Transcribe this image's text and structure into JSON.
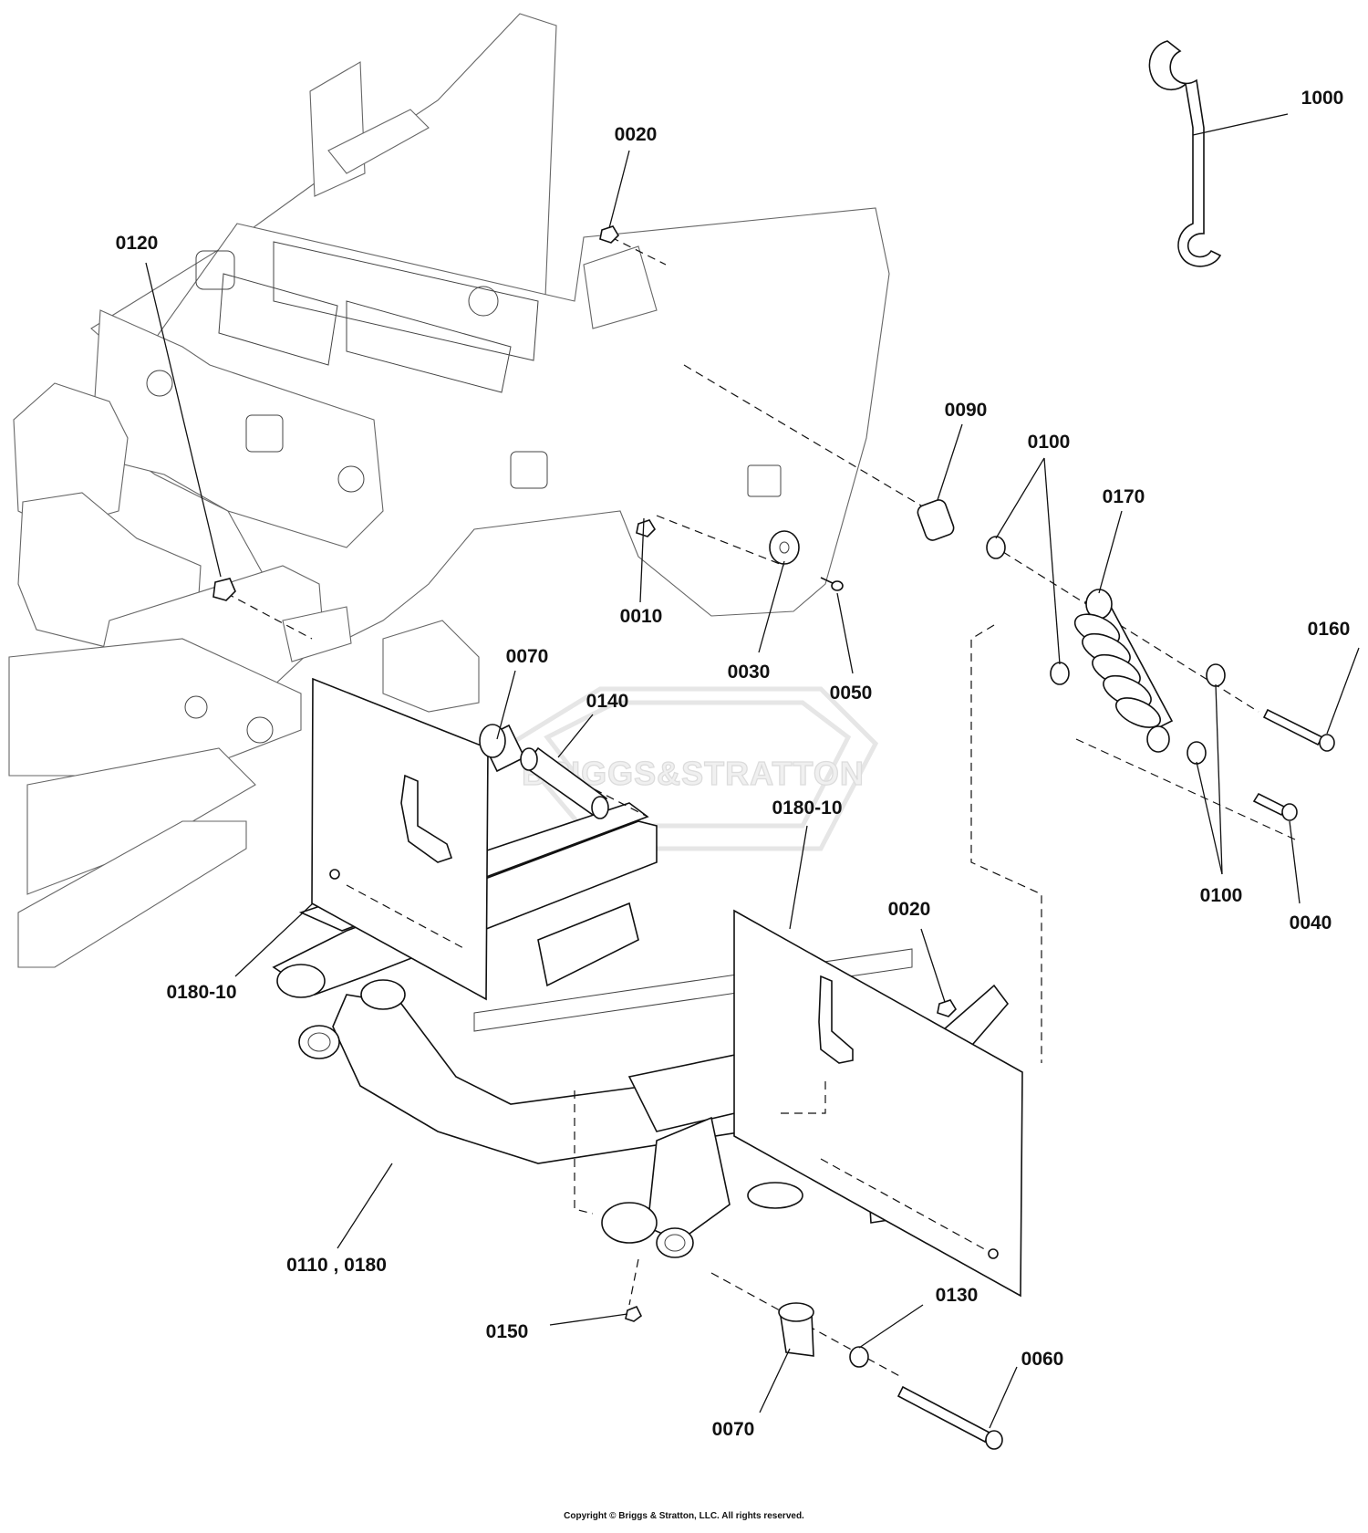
{
  "watermark": {
    "brand": "BRIGGS&STRATTON"
  },
  "callouts": [
    {
      "id": "1000",
      "label": "1000"
    },
    {
      "id": "0020-top",
      "label": "0020"
    },
    {
      "id": "0120",
      "label": "0120"
    },
    {
      "id": "0090",
      "label": "0090"
    },
    {
      "id": "0100-top",
      "label": "0100"
    },
    {
      "id": "0170",
      "label": "0170"
    },
    {
      "id": "0160",
      "label": "0160"
    },
    {
      "id": "0010",
      "label": "0010"
    },
    {
      "id": "0030",
      "label": "0030"
    },
    {
      "id": "0050",
      "label": "0050"
    },
    {
      "id": "0070-top",
      "label": "0070"
    },
    {
      "id": "0140",
      "label": "0140"
    },
    {
      "id": "0180-10-right",
      "label": "0180-10"
    },
    {
      "id": "0100-bottom",
      "label": "0100"
    },
    {
      "id": "0040",
      "label": "0040"
    },
    {
      "id": "0020-bottom",
      "label": "0020"
    },
    {
      "id": "0180-10-left",
      "label": "0180-10"
    },
    {
      "id": "0110-0180",
      "label": "0110 , 0180"
    },
    {
      "id": "0130",
      "label": "0130"
    },
    {
      "id": "0150",
      "label": "0150"
    },
    {
      "id": "0060",
      "label": "0060"
    },
    {
      "id": "0070-bottom",
      "label": "0070"
    }
  ],
  "footer": {
    "copyright": "Copyright © Briggs & Stratton, LLC. All rights reserved."
  }
}
